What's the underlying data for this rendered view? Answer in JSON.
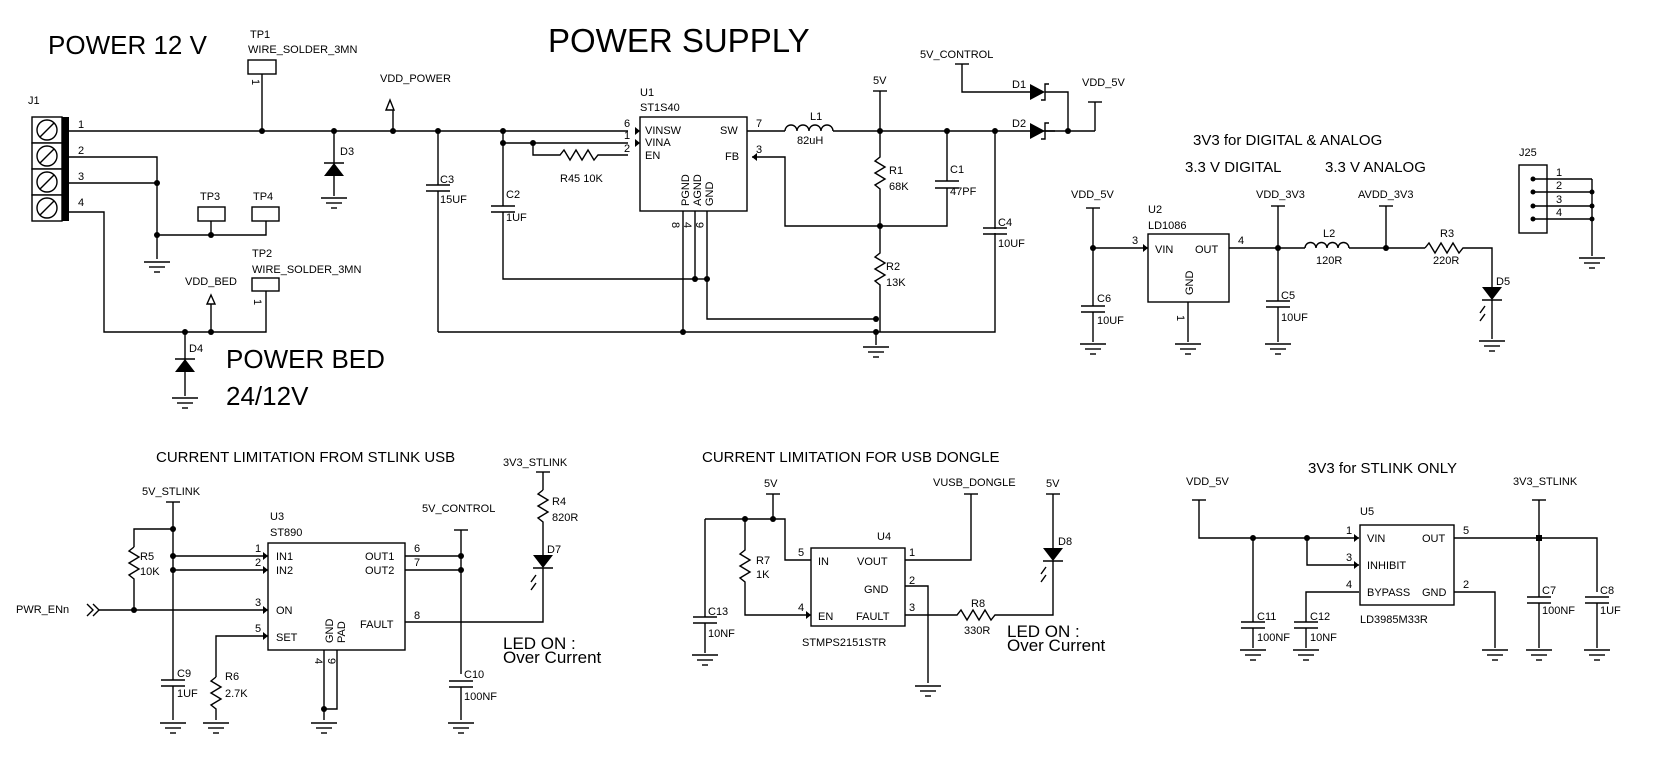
{
  "titles": {
    "power_12v": "POWER 12 V",
    "power_supply": "POWER SUPPLY",
    "power_bed_1": "POWER BED",
    "power_bed_2": "24/12V",
    "digital_analog": "3V3 for DIGITAL & ANALOG",
    "digital": "3.3 V DIGITAL",
    "analog": "3.3 V ANALOG",
    "stlink_usb": "CURRENT LIMITATION FROM STLINK USB",
    "usb_dongle": "CURRENT LIMITATION FOR USB DONGLE",
    "stlink_only": "3V3 for STLINK ONLY"
  },
  "nets": {
    "vdd_power": "VDD_POWER",
    "vdd_bed": "VDD_BED",
    "v5": "5V",
    "v5_control": "5V_CONTROL",
    "vdd_5v": "VDD_5V",
    "vdd_3v3": "VDD_3V3",
    "avdd_3v3": "AVDD_3V3",
    "v5_stlink": "5V_STLINK",
    "v3v3_stlink": "3V3_STLINK",
    "vusb_dongle": "VUSB_DONGLE",
    "pwr_en": "PWR_ENn"
  },
  "connectors": {
    "j1": {
      "ref": "J1",
      "pins": [
        "1",
        "2",
        "3",
        "4"
      ]
    },
    "j25": {
      "ref": "J25",
      "pins": [
        "1",
        "2",
        "3",
        "4"
      ]
    }
  },
  "testpoints": {
    "tp1": {
      "ref": "TP1",
      "value": "WIRE_SOLDER_3MN",
      "pin": "1"
    },
    "tp2": {
      "ref": "TP2",
      "value": "WIRE_SOLDER_3MN",
      "pin": "1"
    },
    "tp3": {
      "ref": "TP3"
    },
    "tp4": {
      "ref": "TP4"
    }
  },
  "ics": {
    "u1": {
      "ref": "U1",
      "part": "ST1S40",
      "pins": {
        "vinsw": "VINSW",
        "vina": "VINA",
        "en": "EN",
        "sw": "SW",
        "fb": "FB",
        "pgnd": "PGND",
        "agnd": "AGND",
        "gnd": "GND"
      },
      "nums": {
        "vinsw": "6",
        "vina": "1",
        "en": "2",
        "sw": "7",
        "fb": "3",
        "pgnd": "8",
        "agnd": "4",
        "gnd": "9"
      }
    },
    "u2": {
      "ref": "U2",
      "part": "LD1086",
      "pins": {
        "vin": "VIN",
        "out": "OUT",
        "gnd": "GND"
      },
      "nums": {
        "vin": "3",
        "out": "4",
        "gnd": "1"
      }
    },
    "u3": {
      "ref": "U3",
      "part": "ST890",
      "pins": {
        "in1": "IN1",
        "in2": "IN2",
        "on": "ON",
        "set": "SET",
        "out1": "OUT1",
        "out2": "OUT2",
        "fault": "FAULT",
        "gnd": "GND",
        "pad": "PAD"
      },
      "nums": {
        "in1": "1",
        "in2": "2",
        "on": "3",
        "set": "5",
        "out1": "6",
        "out2": "7",
        "fault": "8",
        "gnd": "4",
        "pad": "9"
      }
    },
    "u4": {
      "ref": "U4",
      "part": "STMPS2151STR",
      "pins": {
        "in": "IN",
        "en": "EN",
        "vout": "VOUT",
        "gnd": "GND",
        "fault": "FAULT"
      },
      "nums": {
        "in": "5",
        "en": "4",
        "vout": "1",
        "gnd": "2",
        "fault": "3"
      }
    },
    "u5": {
      "ref": "U5",
      "part": "LD3985M33R",
      "pins": {
        "vin": "VIN",
        "inhibit": "INHIBIT",
        "bypass": "BYPASS",
        "out": "OUT",
        "gnd": "GND"
      },
      "nums": {
        "vin": "1",
        "inhibit": "3",
        "bypass": "4",
        "out": "5",
        "gnd": "2"
      }
    }
  },
  "passives": {
    "r1": {
      "ref": "R1",
      "value": "68K"
    },
    "r2": {
      "ref": "R2",
      "value": "13K"
    },
    "r3": {
      "ref": "R3",
      "value": "220R"
    },
    "r4": {
      "ref": "R4",
      "value": "820R"
    },
    "r5": {
      "ref": "R5",
      "value": "10K"
    },
    "r6": {
      "ref": "R6",
      "value": "2.7K"
    },
    "r7": {
      "ref": "R7",
      "value": "1K"
    },
    "r8": {
      "ref": "R8",
      "value": "330R"
    },
    "r45": {
      "label": "R45 10K"
    },
    "c1": {
      "ref": "C1",
      "value": "47PF"
    },
    "c2": {
      "ref": "C2",
      "value": "1UF"
    },
    "c3": {
      "ref": "C3",
      "value": "15UF"
    },
    "c4": {
      "ref": "C4",
      "value": "10UF"
    },
    "c5": {
      "ref": "C5",
      "value": "10UF"
    },
    "c6": {
      "ref": "C6",
      "value": "10UF"
    },
    "c7": {
      "ref": "C7",
      "value": "100NF"
    },
    "c8": {
      "ref": "C8",
      "value": "1UF"
    },
    "c9": {
      "ref": "C9",
      "value": "1UF"
    },
    "c10": {
      "ref": "C10",
      "value": "100NF"
    },
    "c11": {
      "ref": "C11",
      "value": "100NF"
    },
    "c12": {
      "ref": "C12",
      "value": "10NF"
    },
    "c13": {
      "ref": "C13",
      "value": "10NF"
    },
    "l1": {
      "ref": "L1",
      "value": "82uH"
    },
    "l2": {
      "ref": "L2",
      "value": "120R"
    }
  },
  "diodes": {
    "d1": "D1",
    "d2": "D2",
    "d3": "D3",
    "d4": "D4",
    "d5": "D5",
    "d7": "D7",
    "d8": "D8"
  },
  "notes": {
    "led_on": "LED ON :",
    "over_current": "Over Current"
  }
}
